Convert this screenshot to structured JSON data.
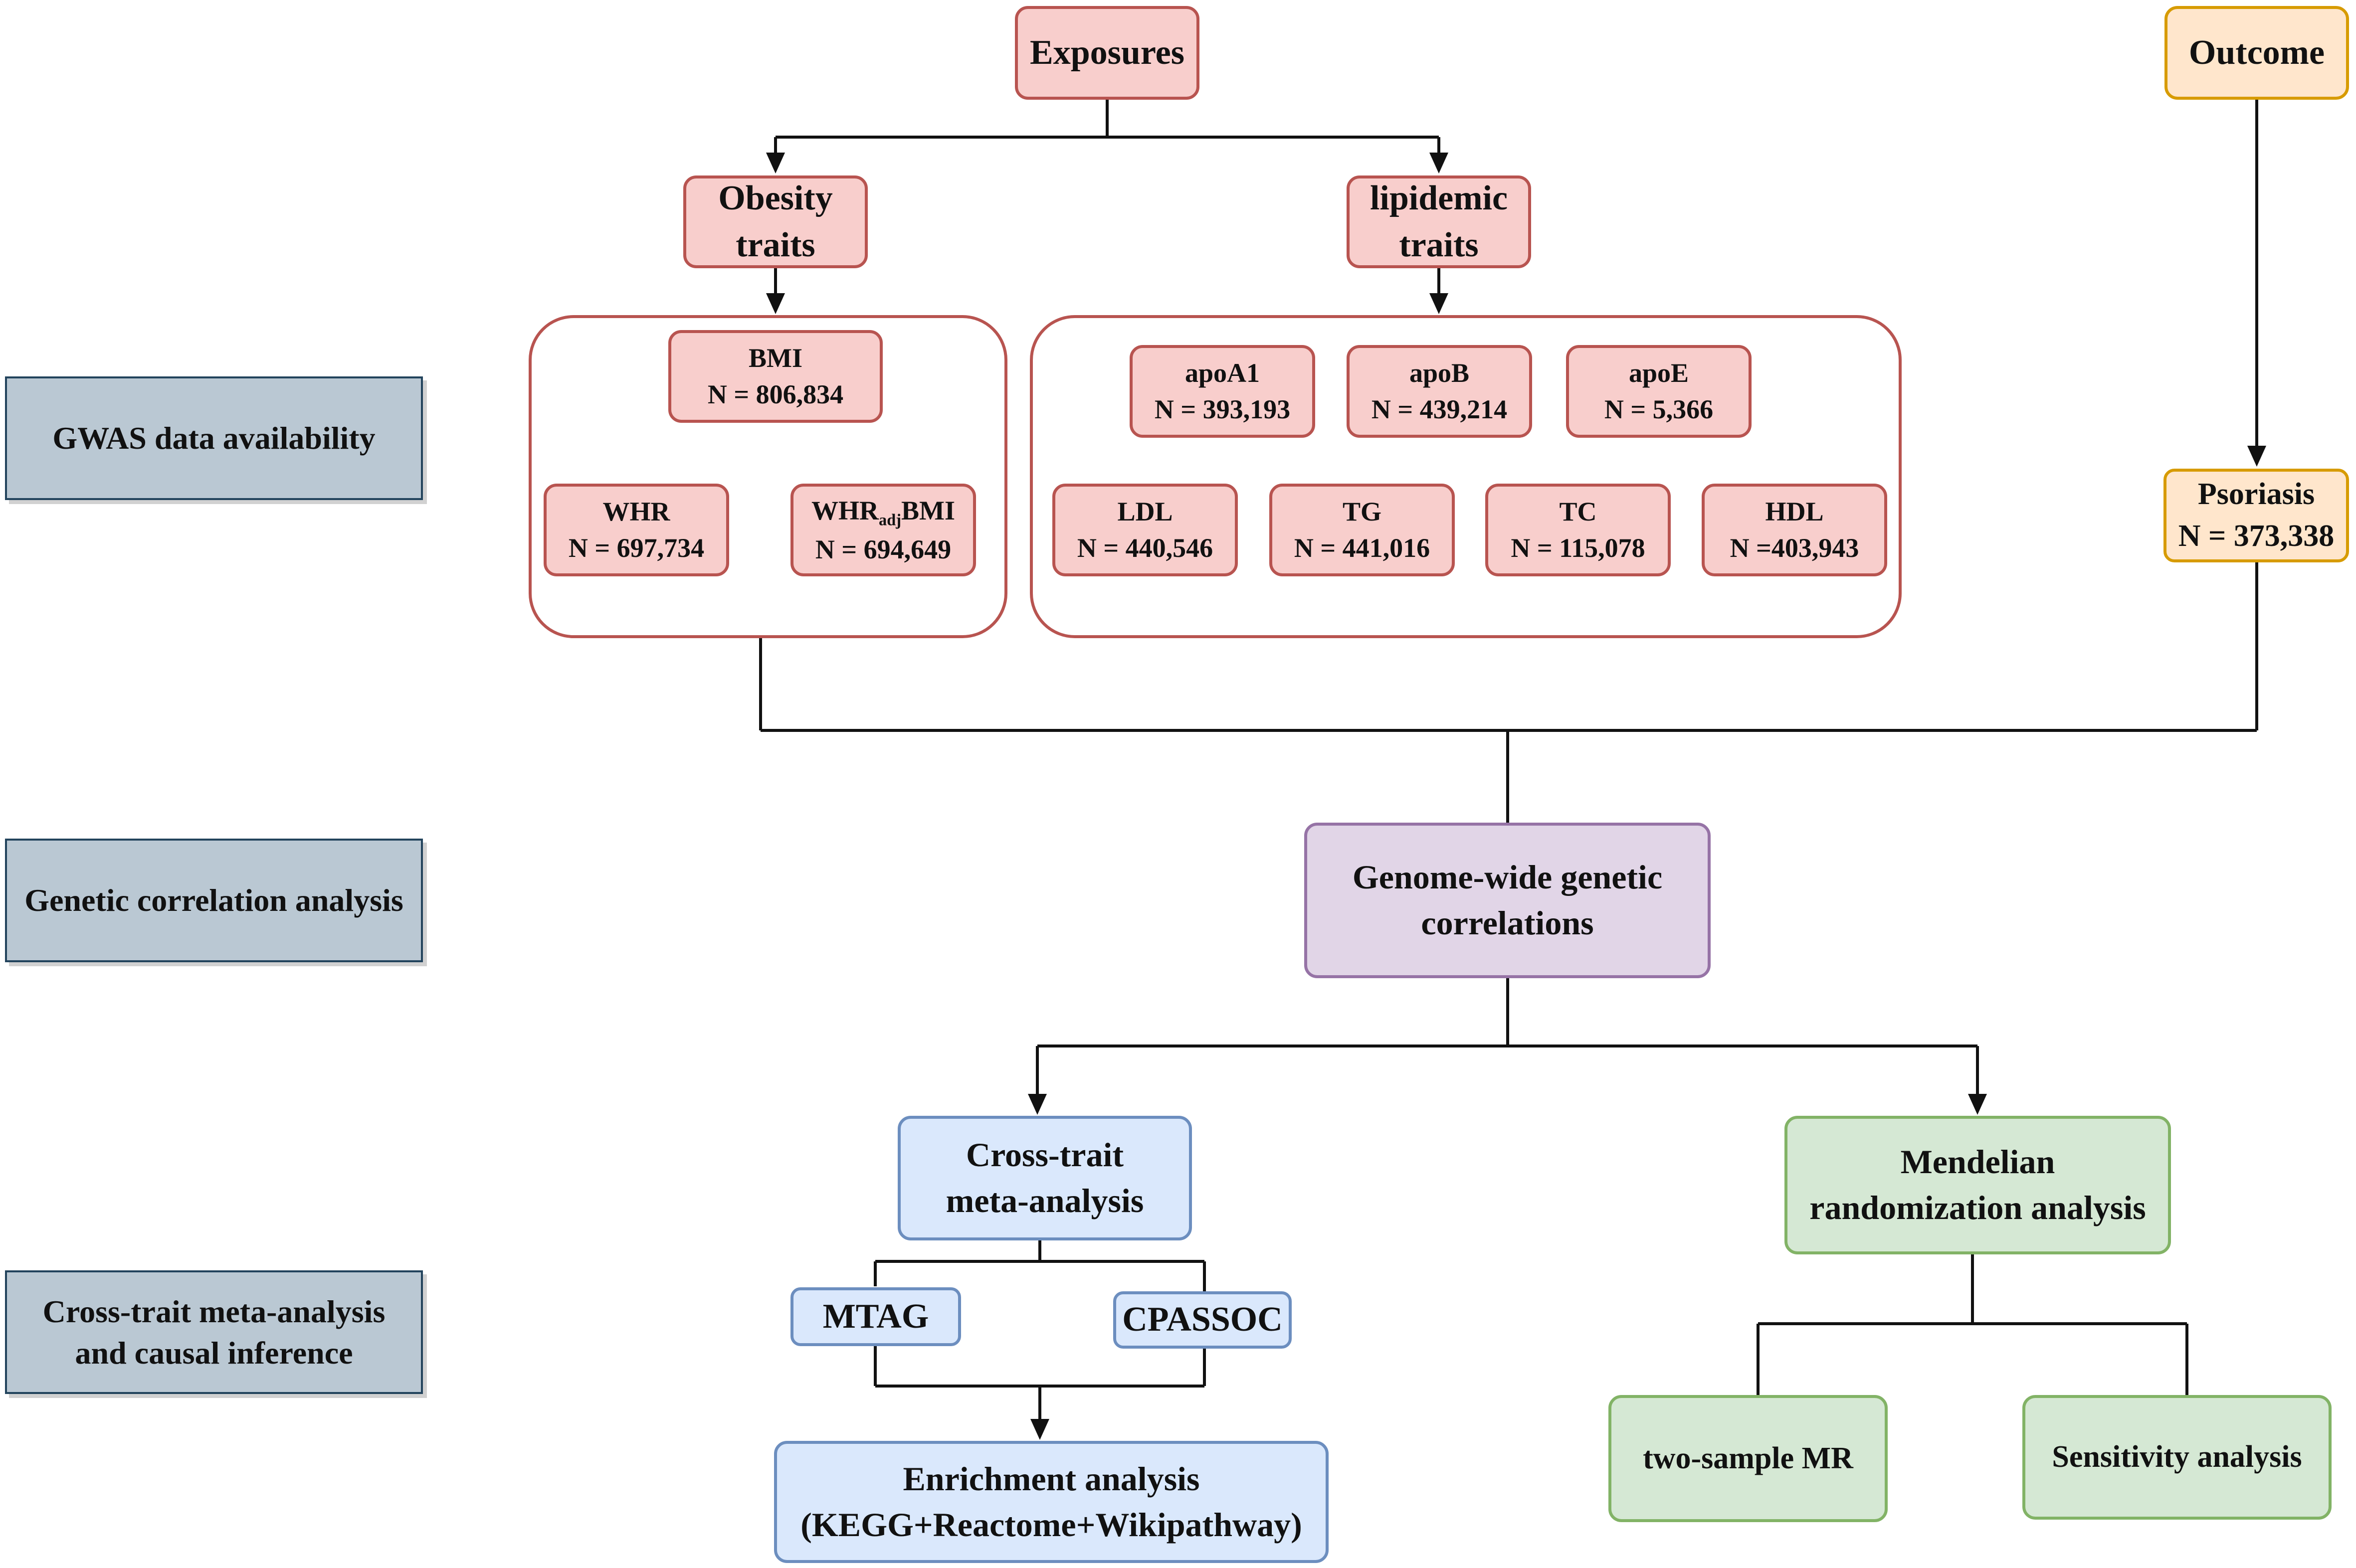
{
  "stages": {
    "gwas": "GWAS data availability",
    "genetic": "Genetic correlation analysis",
    "cross_line1": "Cross-trait meta-analysis",
    "cross_line2": "and causal inference"
  },
  "exposures": "Exposures",
  "outcome": "Outcome",
  "obesity": {
    "line1": "Obesity",
    "line2": "traits"
  },
  "lipidemic": {
    "line1": "lipidemic",
    "line2": "traits"
  },
  "obesity_items": [
    {
      "name": "BMI",
      "n": "N = 806,834"
    },
    {
      "name": "WHR",
      "n": "N = 697,734"
    },
    {
      "name_main": "WHR",
      "name_sub": "adj",
      "name_suffix": "BMI",
      "n": "N = 694,649"
    }
  ],
  "lipid_items": [
    {
      "name": "apoA1",
      "n": "N = 393,193"
    },
    {
      "name": "apoB",
      "n": "N = 439,214"
    },
    {
      "name": "apoE",
      "n": "N = 5,366"
    },
    {
      "name": "LDL",
      "n": "N = 440,546"
    },
    {
      "name": "TG",
      "n": "N = 441,016"
    },
    {
      "name": "TC",
      "n": "N = 115,078"
    },
    {
      "name": "HDL",
      "n": "N =403,943"
    }
  ],
  "psoriasis": {
    "name": "Psoriasis",
    "n": "N = 373,338"
  },
  "genome": {
    "line1": "Genome-wide genetic",
    "line2": "correlations"
  },
  "crosstrait": {
    "line1": "Cross-trait",
    "line2": "meta-analysis"
  },
  "mtag": "MTAG",
  "cpassoc": "CPASSOC",
  "enrichment": {
    "line1": "Enrichment analysis",
    "line2": "(KEGG+Reactome+Wikipathway)"
  },
  "mendelian": {
    "line1": "Mendelian",
    "line2": "randomization analysis"
  },
  "two_sample": "two-sample MR",
  "sensitivity": "Sensitivity analysis",
  "colors": {
    "stage_fill": "#bac8d3",
    "red_fill": "#f8cecc",
    "red_stroke": "#b85450",
    "orange_fill": "#ffe6cc",
    "orange_stroke": "#d79b00",
    "purple_fill": "#e1d5e7",
    "purple_stroke": "#9673a6",
    "blue_fill": "#dae8fc",
    "blue_stroke": "#6c8ebf",
    "green_fill": "#d5e8d4",
    "green_stroke": "#82b366"
  }
}
